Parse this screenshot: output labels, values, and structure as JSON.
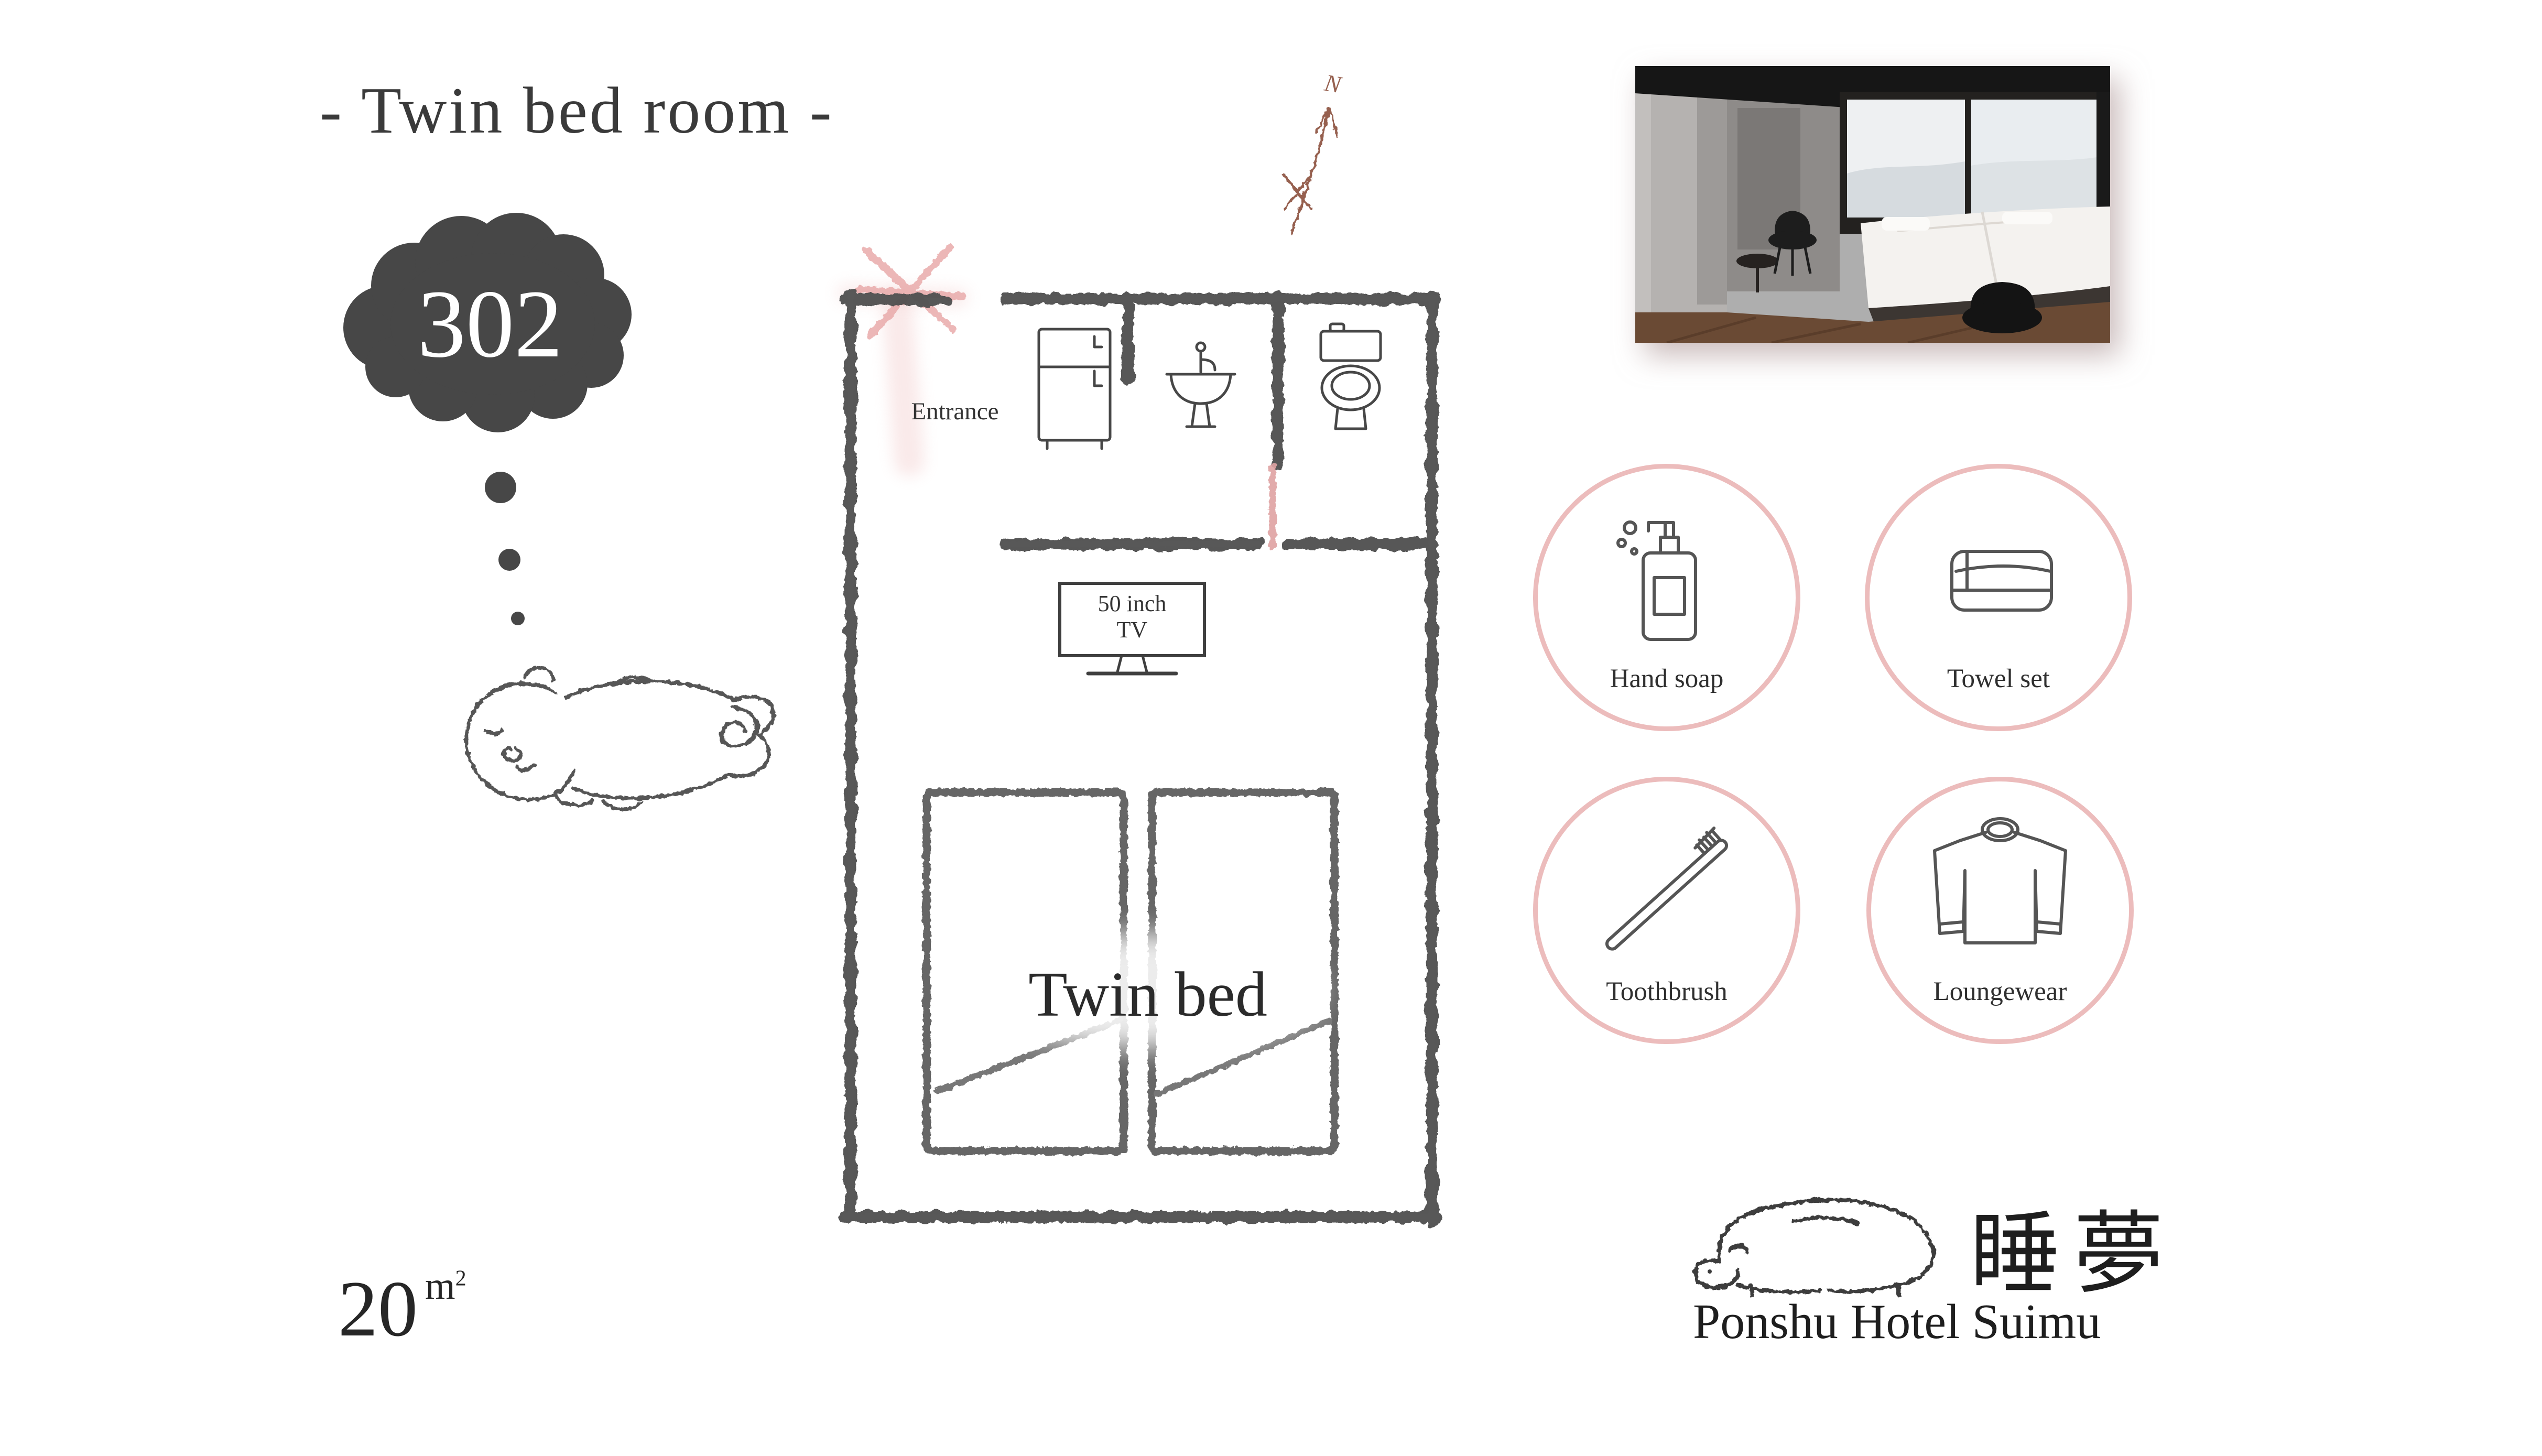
{
  "header": {
    "title": "- Twin bed room -",
    "room_number": "302"
  },
  "area": {
    "number": "20",
    "unit_letter": "m",
    "unit_power": "2"
  },
  "floorplan": {
    "entrance_label": "Entrance",
    "tv_line1": "50 inch",
    "tv_line2": "TV",
    "bed_label": "Twin bed",
    "compass_label": "N"
  },
  "amenities": [
    {
      "label": "Hand soap",
      "icon": "soap-dispenser-icon"
    },
    {
      "label": "Towel set",
      "icon": "towel-icon"
    },
    {
      "label": "Toothbrush",
      "icon": "toothbrush-icon"
    },
    {
      "label": "Loungewear",
      "icon": "loungewear-shirt-icon"
    }
  ],
  "footer": {
    "logo_text_jp": "睡夢",
    "hotel_name": "Ponshu Hotel Suimu"
  },
  "colors": {
    "accent_pink": "#ecbcbc",
    "door_pink": "#dfa3a3",
    "wall_gray": "#4f4f4f",
    "cloud_gray": "#474747",
    "compass_brown": "#96604f"
  }
}
